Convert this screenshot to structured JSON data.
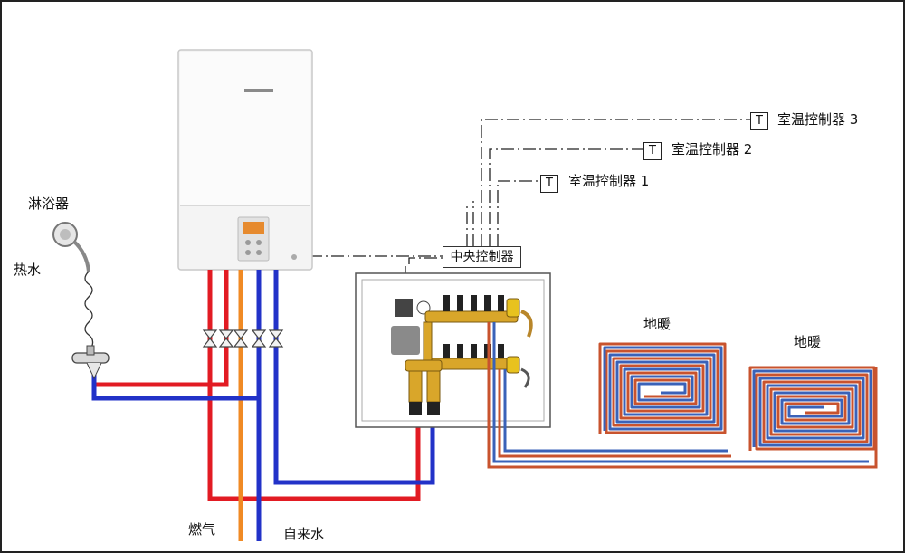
{
  "labels": {
    "shower": "淋浴器",
    "hot_water": "热水",
    "gas": "燃气",
    "tap_water": "自来水",
    "central_controller": "中央控制器",
    "floor_heating_1": "地暖",
    "floor_heating_2": "地暖"
  },
  "thermostats": [
    {
      "symbol": "T",
      "label": "室温控制器 3"
    },
    {
      "symbol": "T",
      "label": "室温控制器 2"
    },
    {
      "symbol": "T",
      "label": "室温控制器 1"
    }
  ],
  "colors": {
    "hot_pipe": "#e21b23",
    "cold_pipe": "#2232c8",
    "gas_pipe": "#f08a24",
    "signal_line": "#222222",
    "boiler_body": "#f3f3f3",
    "heating_loop_outer": "#c8532e",
    "heating_loop_inner": "#3a62b8"
  },
  "icons": [
    "shower-head-icon",
    "mixing-valve-icon",
    "wall-boiler-icon",
    "manifold-icon",
    "valve-icon"
  ]
}
